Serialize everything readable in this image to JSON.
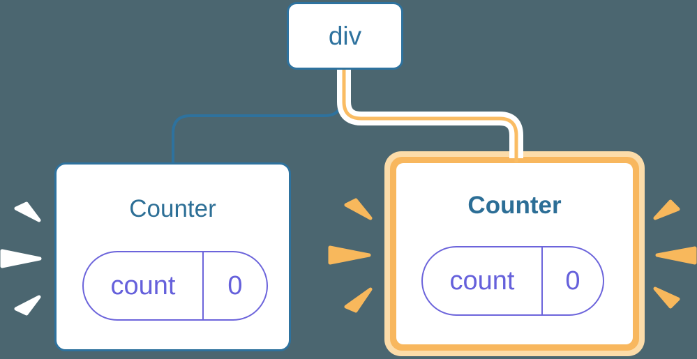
{
  "diagram": {
    "root": {
      "label": "div"
    },
    "nodes": [
      {
        "id": "counter-left",
        "title": "Counter",
        "state_key": "count",
        "state_value": "0",
        "highlighted": false
      },
      {
        "id": "counter-right",
        "title": "Counter",
        "state_key": "count",
        "state_value": "0",
        "highlighted": true
      }
    ]
  },
  "colors": {
    "background": "#4B6670",
    "node_border_blue": "#2E729E",
    "node_text_blue": "#2E729E",
    "title_blue": "#2D6F96",
    "state_purple_border": "#6C64DB",
    "state_purple_text": "#6560DB",
    "highlight_orange": "#F8B75E",
    "highlight_halo": "#FCDCA9",
    "connector_orange": "#FABC63",
    "connector_outline": "#FFFFFF",
    "sparkle_orange": "#F8B85C",
    "sparkle_white": "#FFFFFF",
    "card_background": "#FFFFFF"
  }
}
